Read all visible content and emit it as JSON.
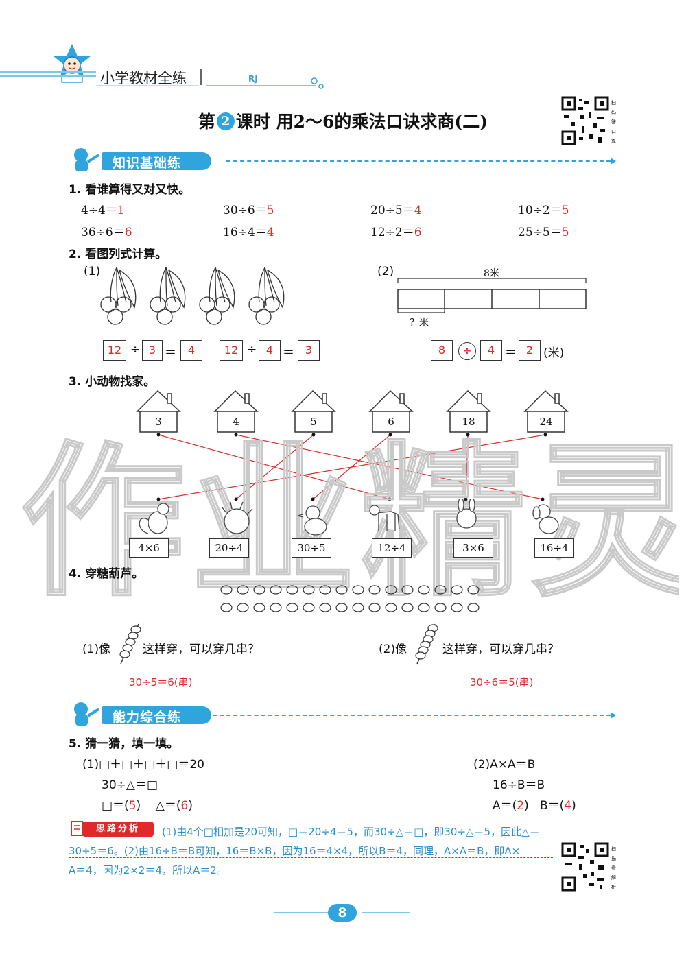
{
  "header": {
    "brand": "小学教材全练",
    "edition": "RJ"
  },
  "title": {
    "prefix": "第",
    "lesson_num": "2",
    "suffix": "课时   用2～6的乘法口诀求商(二)"
  },
  "watermark": {
    "text": "作业精灵"
  },
  "sections": {
    "basic": "知识基础练",
    "ability": "能力综合练"
  },
  "q1": {
    "title": "1. 看谁算得又对又快。",
    "items": [
      {
        "expr": "4÷4＝",
        "ans": "1"
      },
      {
        "expr": "30÷6＝",
        "ans": "5"
      },
      {
        "expr": "20÷5＝",
        "ans": "4"
      },
      {
        "expr": "10÷2＝",
        "ans": "5"
      },
      {
        "expr": "36÷6＝",
        "ans": "6"
      },
      {
        "expr": "16÷4＝",
        "ans": "4"
      },
      {
        "expr": "12÷2＝",
        "ans": "6"
      },
      {
        "expr": "25÷5＝",
        "ans": "5"
      }
    ]
  },
  "q2": {
    "title": "2. 看图列式计算。",
    "part1_label": "(1)",
    "part2_label": "(2)",
    "eq1": {
      "a": "12",
      "op": "÷",
      "b": "3",
      "eq": "＝",
      "c": "4"
    },
    "eq2": {
      "a": "12",
      "op": "÷",
      "b": "4",
      "eq": "＝",
      "c": "3"
    },
    "total_label": "8米",
    "part_label": "？米",
    "eq3": {
      "a": "8",
      "op": "÷",
      "b": "4",
      "eq": "＝",
      "c": "2",
      "unit": "(米)"
    }
  },
  "q3": {
    "title": "3. 小动物找家。",
    "houses": [
      "3",
      "4",
      "5",
      "6",
      "18",
      "24"
    ],
    "animals": [
      "4×6",
      "20÷4",
      "30÷5",
      "12÷4",
      "3×6",
      "16÷4"
    ]
  },
  "q4": {
    "title": "4. 穿糖葫芦。",
    "part1": {
      "prefix": "(1)像",
      "suffix": "这样穿，可以穿几串？",
      "answer": "30÷5＝6(串)"
    },
    "part2": {
      "prefix": "(2)像",
      "suffix": "这样穿，可以穿几串？",
      "answer": "30÷6＝5(串)"
    }
  },
  "q5": {
    "title": "5. 猜一猜，填一填。",
    "p1_line1": "(1)□＋□＋□＋□＝20",
    "p1_line2": "30÷△＝□",
    "p1_ans_a": "□＝(",
    "p1_ans_a_val": "5",
    "p1_ans_b": ")    △＝(",
    "p1_ans_b_val": "6",
    "p1_close": ")",
    "p2_line1": "(2)A×A＝B",
    "p2_line2": "16÷B＝B",
    "p2_ans_a": "A＝(",
    "p2_ans_a_val": "2",
    "p2_ans_b": ")   B＝(",
    "p2_ans_b_val": "4",
    "p2_close": ")"
  },
  "analysis": {
    "label": "思路分析",
    "line1": "(1)由4个□相加是20可知，□＝20÷4＝5，而30÷△＝□，即30÷△＝5，因此△＝",
    "line2": "30÷5＝6。(2)由16÷B＝B可知，16＝B×B，因为16＝4×4，所以B＝4，同理，A×A＝B，即A×",
    "line3": "A＝4，因为2×2＝4，所以A＝2。"
  },
  "footer": {
    "page": "8"
  },
  "colors": {
    "accent": "#2fa4dd",
    "answer": "#e02a2a"
  }
}
